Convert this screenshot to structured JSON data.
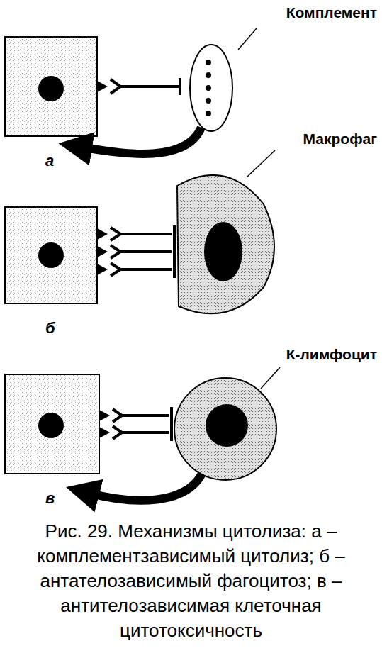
{
  "diagram": {
    "caption": "Рис. 29. Механизмы цитолиза: а – комплементзависимый цитолиз; б – антателозависимый фагоцитоз; в – антителозависимая клеточная цитотоксичность",
    "nodes": [
      {
        "text": [
          "Комплемент"
        ]
      },
      {
        "text": [
          "Макрофаг"
        ]
      },
      {
        "text": [
          "К-лимфоцит"
        ]
      }
    ],
    "labels": [
      "а",
      "б",
      "в"
    ]
  }
}
